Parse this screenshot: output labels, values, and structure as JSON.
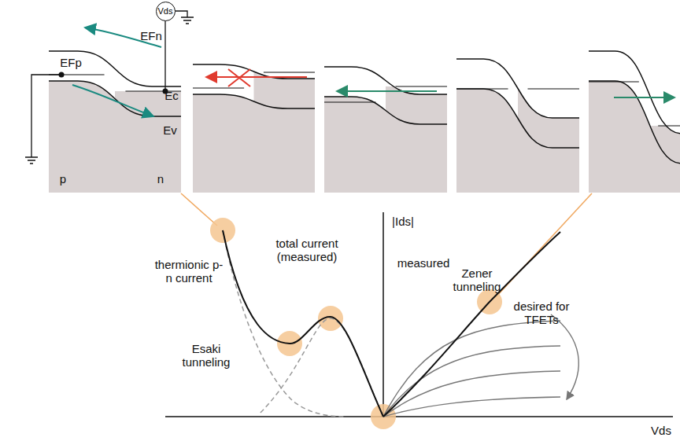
{
  "diagram": {
    "nodes": [
      {
        "text": [
          "Vds"
        ]
      }
    ],
    "labels": [
      "EFn",
      "Ec",
      "EFp",
      "Ev",
      "p",
      "n",
      "|Ids|",
      "total current (measured)",
      "thermionic p-n current",
      "Esaki tunneling",
      "measured",
      "Zener tunneling",
      "desired for TFETs",
      "Vds"
    ]
  }
}
